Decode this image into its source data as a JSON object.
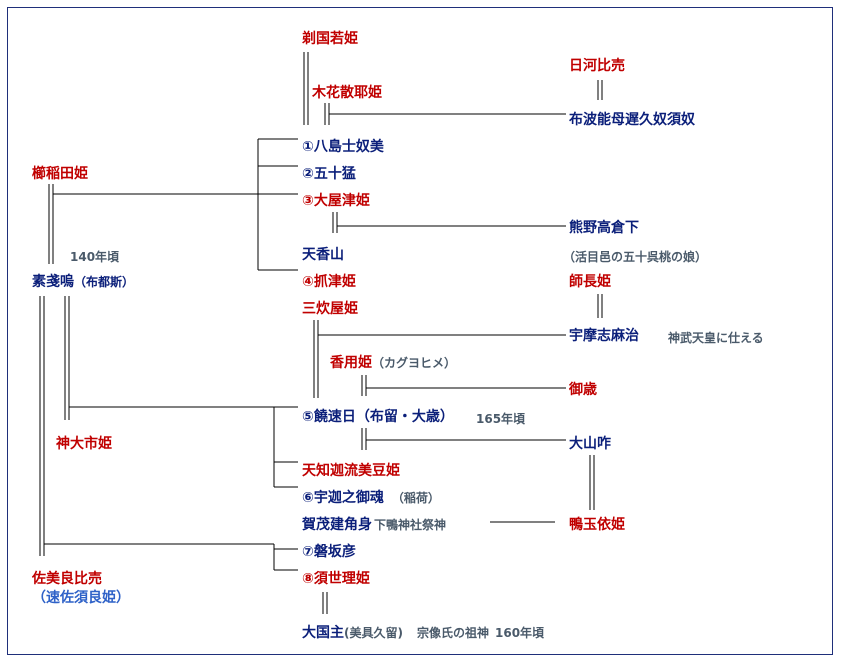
{
  "people": {
    "kusanagi": "剃国若姫",
    "konohana": "木花散耶姫",
    "hikawa": "日河比売",
    "fuha": "布波能母遅久奴須奴",
    "kushinada": "櫛稲田姫",
    "yashima": "①八島士奴美",
    "isotake": "②五十猛",
    "oyatsu": "③大屋津姫",
    "kumano": "熊野高倉下",
    "amenokaguyama": "天香山",
    "kagane_note": "（活目邑の五十呉桃の娘）",
    "tsumatsu": "④抓津姫",
    "shichoo": "師長姫",
    "susanoo": "素戔嗚",
    "susanoo_alias": "（布都斯）",
    "age140": "140年頃",
    "mikashiya": "三炊屋姫",
    "umashimaji": "宇摩志麻治",
    "umashimaji_note": "神武天皇に仕える",
    "kayo": "香用姫",
    "kayo_kana": "（カグヨヒメ）",
    "mitoshi": "御歳",
    "ookaichi": "神大市姫",
    "nigihayahi": "⑤饒速日（布留・大歳）",
    "age165": "165年頃",
    "ooyamakui": "大山咋",
    "amechiku": "天知迦流美豆姫",
    "ukanomitama": "⑥宇迦之御魂",
    "inari": "（稲荷）",
    "kamotaketsunumi": "賀茂建角身",
    "shimogamo": "下鴨神社祭神",
    "tamayori": "鴨玉依姫",
    "iwasakahiko": "⑦磐坂彦",
    "sabirahime": "佐美良比売",
    "hayasabira": "（速佐須良姫）",
    "suserihime": "⑧須世理姫",
    "ookuninushi": "大国主",
    "mikuru": "(美具久留)",
    "munakata": "宗像氏の祖神",
    "age160": "160年頃"
  }
}
